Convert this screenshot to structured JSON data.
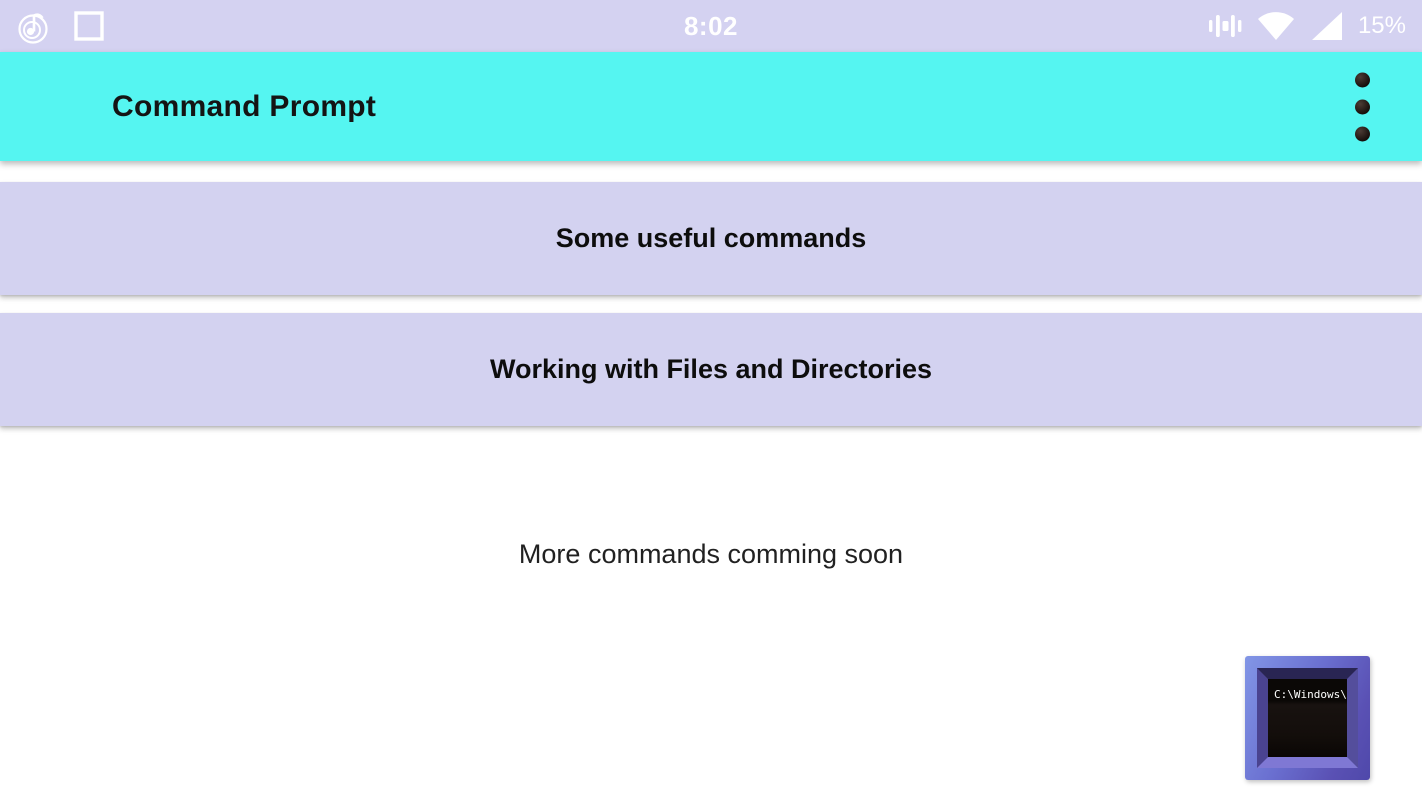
{
  "colors": {
    "status_bar_bg": "#d4d2f1",
    "app_bar_bg": "#55f5f1",
    "button_bg": "#d3d2f0",
    "title_text": "#141414"
  },
  "status_bar": {
    "time": "8:02",
    "battery_percent": "15%",
    "left_icons": [
      "music-notification-icon",
      "screenshot-icon"
    ],
    "right_icons": [
      "vibrate-icon",
      "wifi-icon",
      "cell-signal-icon"
    ]
  },
  "app_bar": {
    "title": "Command Prompt",
    "overflow_icon": "overflow-menu-icon"
  },
  "main": {
    "buttons": [
      {
        "label": "Some useful commands"
      },
      {
        "label": "Working with Files and Directories"
      }
    ],
    "note": "More commands comming soon"
  },
  "corner_icon": {
    "screen_text": "C:\\Windows\\"
  }
}
